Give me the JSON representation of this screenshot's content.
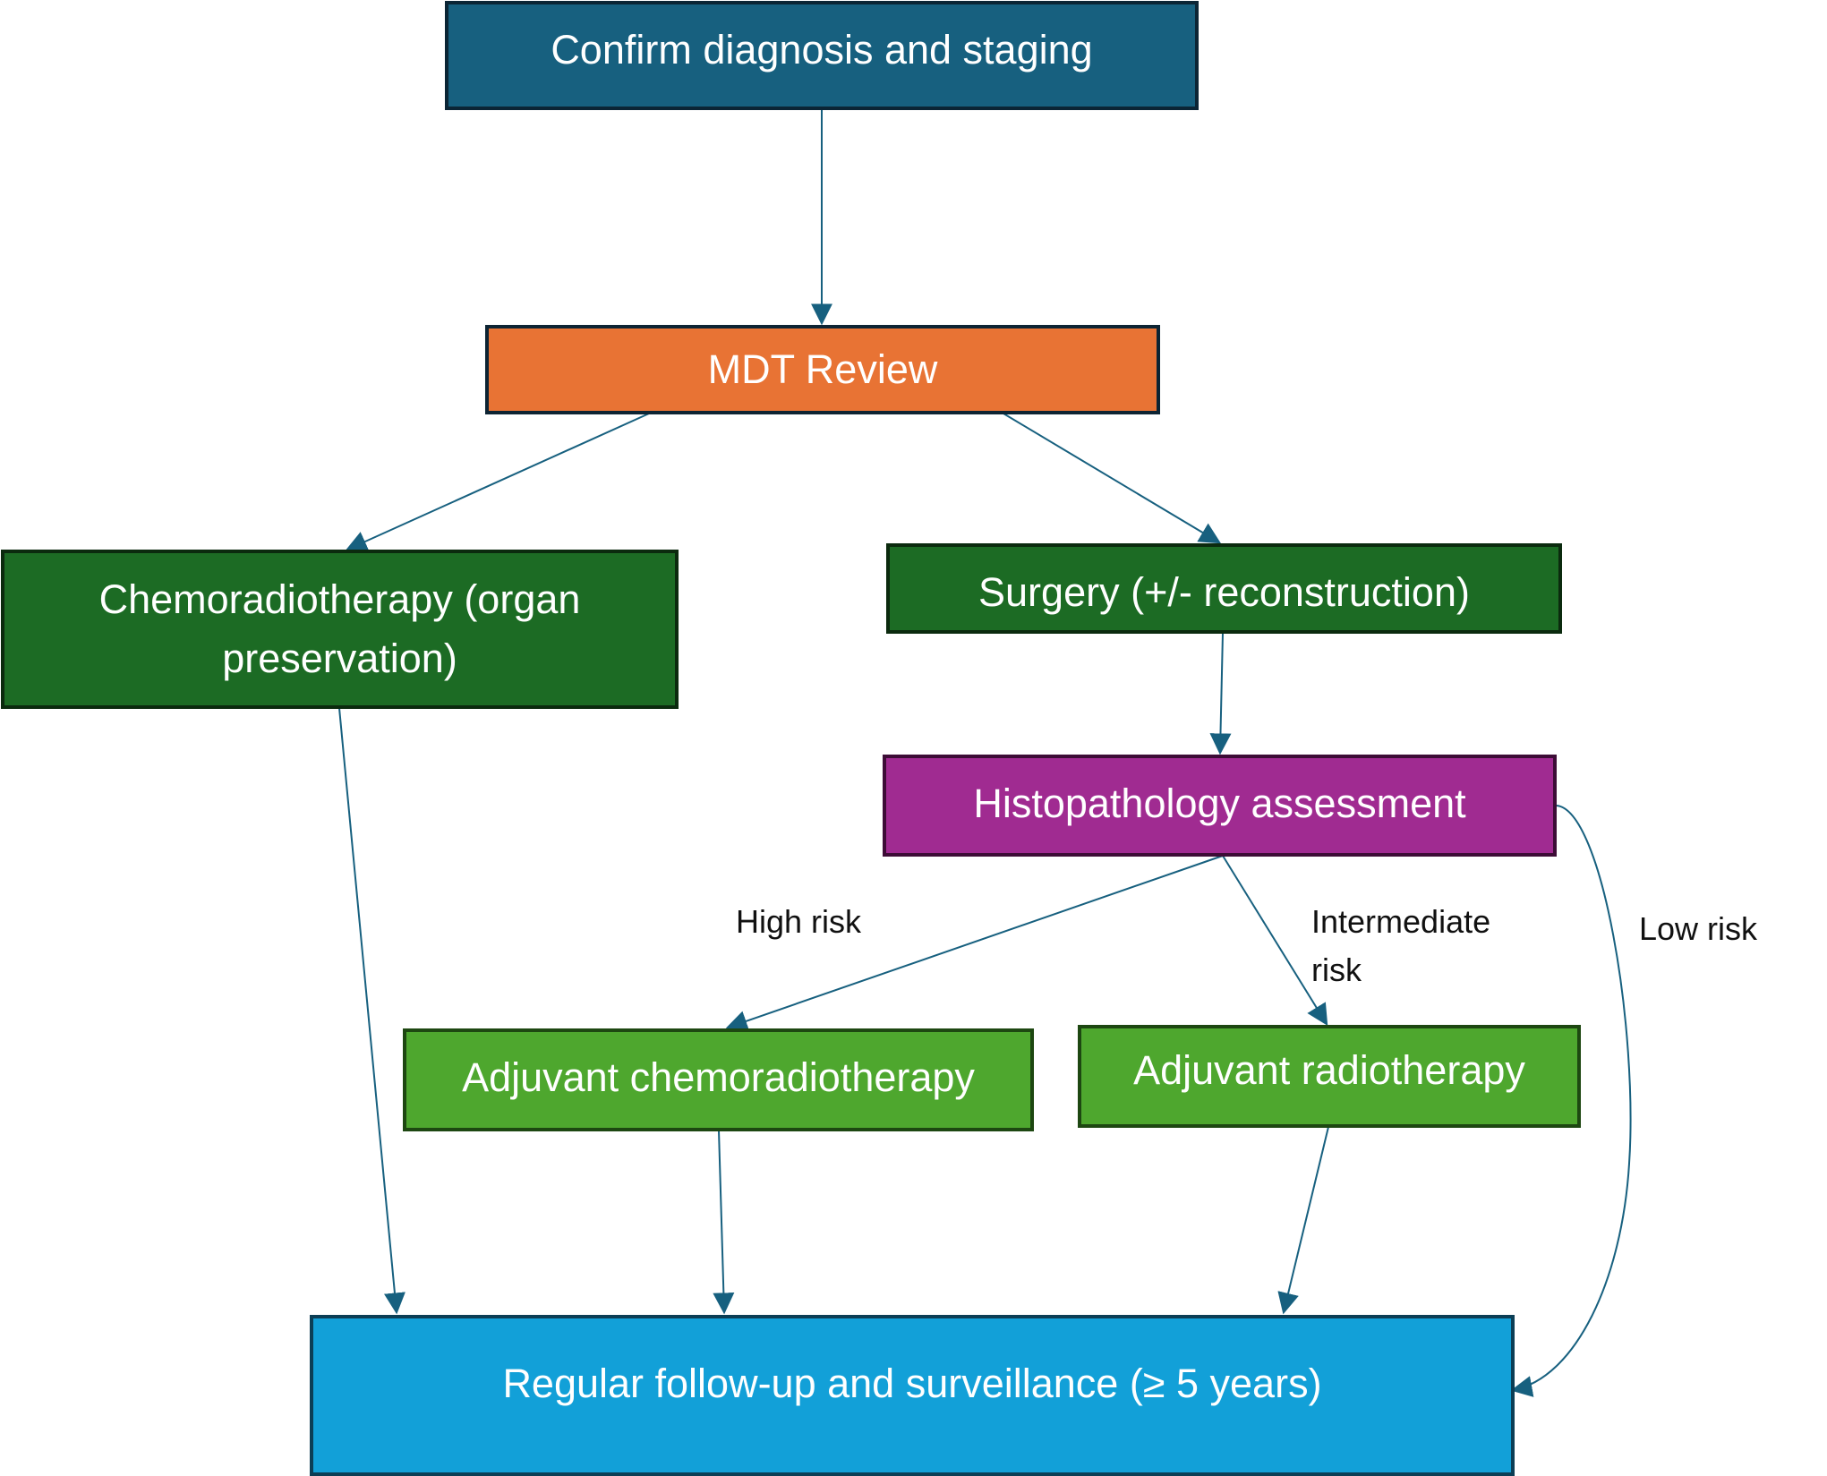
{
  "diagram": {
    "nodes": {
      "confirm": {
        "label": "Confirm diagnosis and staging",
        "color": "#17607f"
      },
      "mdt": {
        "label": "MDT Review",
        "color": "#e87334"
      },
      "chemo": {
        "label": "Chemoradiotherapy (organ preservation)",
        "color": "#1c6b24"
      },
      "surgery": {
        "label": "Surgery (+/- reconstruction)",
        "color": "#1c6b24"
      },
      "histo": {
        "label": "Histopathology assessment",
        "color": "#a02b91"
      },
      "adj_chemo": {
        "label": "Adjuvant chemoradiotherapy",
        "color": "#4ea72e"
      },
      "adj_rt": {
        "label": "Adjuvant radiotherapy",
        "color": "#4ea72e"
      },
      "followup": {
        "label": "Regular follow-up and surveillance (≥ 5 years)",
        "color": "#12a0d8"
      }
    },
    "edge_labels": {
      "high": "High risk",
      "intermediate_1": "Intermediate",
      "intermediate_2": "risk",
      "low": "Low risk"
    },
    "edges": [
      {
        "from": "confirm",
        "to": "mdt"
      },
      {
        "from": "mdt",
        "to": "chemo"
      },
      {
        "from": "mdt",
        "to": "surgery"
      },
      {
        "from": "surgery",
        "to": "histo"
      },
      {
        "from": "histo",
        "to": "adj_chemo",
        "label": "High risk"
      },
      {
        "from": "histo",
        "to": "adj_rt",
        "label": "Intermediate risk"
      },
      {
        "from": "histo",
        "to": "followup",
        "label": "Low risk"
      },
      {
        "from": "chemo",
        "to": "followup"
      },
      {
        "from": "adj_chemo",
        "to": "followup"
      },
      {
        "from": "adj_rt",
        "to": "followup"
      }
    ]
  }
}
